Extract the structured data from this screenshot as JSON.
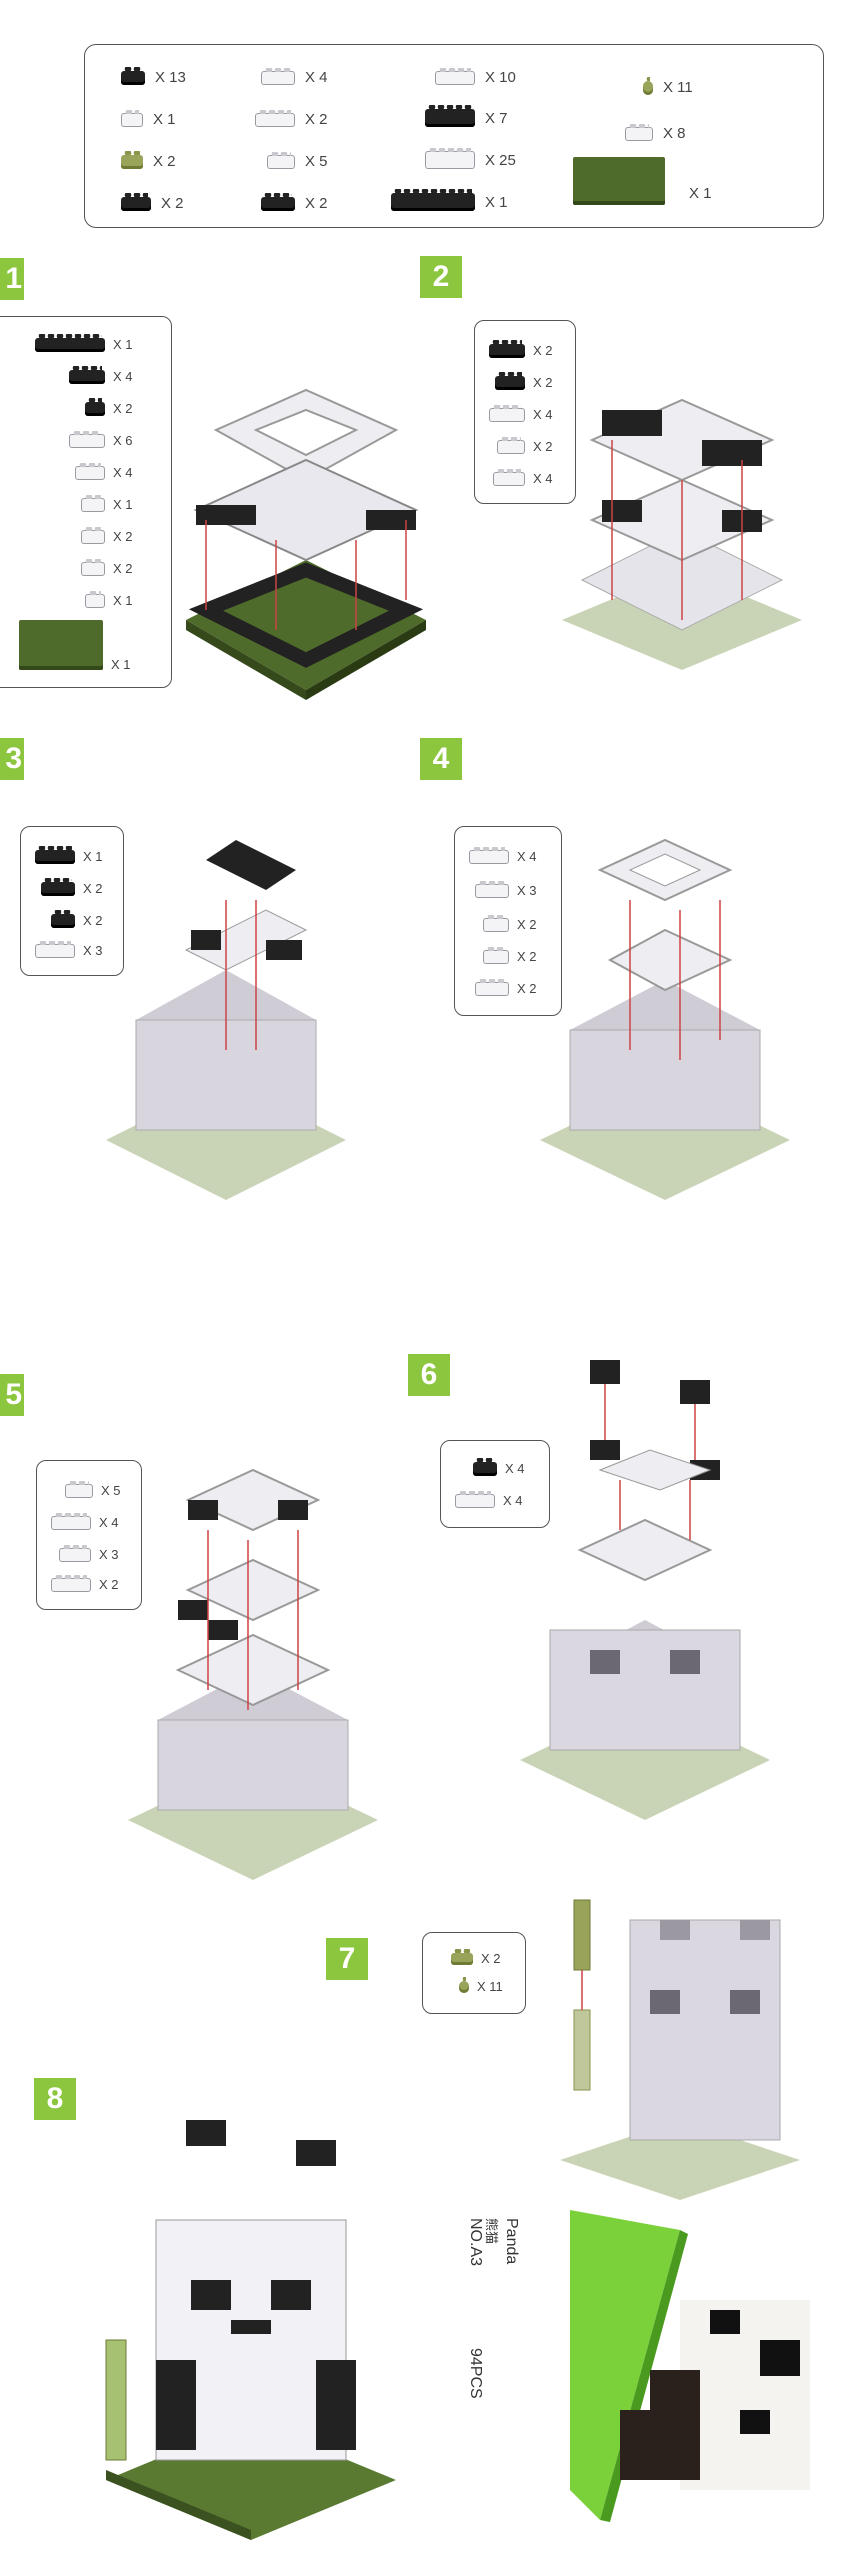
{
  "summary_parts": [
    {
      "color": "black",
      "qty": "X 13"
    },
    {
      "color": "white",
      "qty": "X 1"
    },
    {
      "color": "olive",
      "qty": "X 2"
    },
    {
      "color": "black",
      "qty": "X 2"
    },
    {
      "color": "white",
      "qty": "X 4"
    },
    {
      "color": "white",
      "qty": "X 2"
    },
    {
      "color": "white",
      "qty": "X 5"
    },
    {
      "color": "black",
      "qty": "X 2"
    },
    {
      "color": "white",
      "qty": "X 10"
    },
    {
      "color": "black",
      "qty": "X 7"
    },
    {
      "color": "white",
      "qty": "X 25"
    },
    {
      "color": "black",
      "qty": "X 1"
    },
    {
      "color": "olive",
      "qty": "X 11"
    },
    {
      "color": "white",
      "qty": "X 8"
    },
    {
      "color": "green-plate",
      "qty": "X 1"
    }
  ],
  "steps": [
    {
      "number": "1",
      "parts": [
        "X 1",
        "X 4",
        "X 2",
        "X 6",
        "X 4",
        "X 1",
        "X 2",
        "X 2",
        "X 1",
        "X 1"
      ]
    },
    {
      "number": "2",
      "parts": [
        "X 2",
        "X 2",
        "X 4",
        "X 2",
        "X 4"
      ]
    },
    {
      "number": "3",
      "parts": [
        "X 1",
        "X 2",
        "X 2",
        "X 3"
      ]
    },
    {
      "number": "4",
      "parts": [
        "X 4",
        "X 3",
        "X 2",
        "X 2",
        "X 2"
      ]
    },
    {
      "number": "5",
      "parts": [
        "X 5",
        "X 4",
        "X 3",
        "X 2"
      ]
    },
    {
      "number": "6",
      "parts": [
        "X 4",
        "X 4"
      ]
    },
    {
      "number": "7",
      "parts": [
        "X 2",
        "X 11"
      ]
    },
    {
      "number": "8",
      "parts": []
    }
  ],
  "product": {
    "name_en": "Panda",
    "name_cn": "熊猫",
    "model_no": "NO.A3",
    "pieces": "94PCS"
  },
  "colors": {
    "step_green": "#8cc63f",
    "black_brick": "#222222",
    "white_brick": "#f4f4f6",
    "base_plate": "#4f6b2b"
  }
}
